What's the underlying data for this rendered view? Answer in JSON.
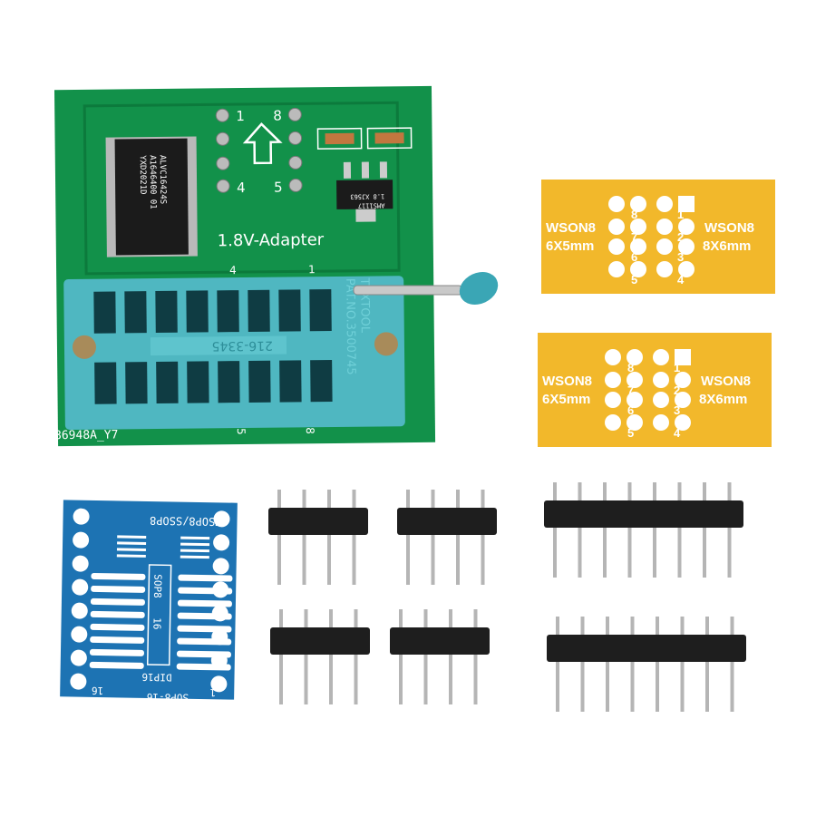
{
  "adapter_board": {
    "title": "1.8V-Adapter",
    "chip_lines": [
      "ALVC16424S",
      "A1646400 01",
      "YXD2021D"
    ],
    "regulator_lines": [
      "AMS1117",
      "1.8 XJ563"
    ],
    "pin_labels": {
      "p1": "1",
      "p8": "8",
      "p4": "4",
      "p5": "5"
    },
    "socket_labels": {
      "left": "4",
      "right": "1"
    },
    "bottom_code": "86948A_Y7",
    "bottom_pin_labels": {
      "p5": "5",
      "p8": "8"
    },
    "colors": {
      "pcb": "#12914a",
      "socket": "#4fb7c1",
      "lever_ball": "#3aa6b5"
    }
  },
  "zif_socket": {
    "part_number": "216-3345",
    "brand": "TEXTOOL",
    "patent": "PAT.NO.3500745"
  },
  "wson_boards": [
    {
      "left_label": "WSON8",
      "left_size": "6X5mm",
      "right_label": "WSON8",
      "right_size": "8X6mm",
      "left_pins": [
        "8",
        "7",
        "6",
        "5"
      ],
      "right_pins": [
        "1",
        "2",
        "3",
        "4"
      ]
    },
    {
      "left_label": "WSON8",
      "left_size": "6X5mm",
      "right_label": "WSON8",
      "right_size": "8X6mm",
      "left_pins": [
        "8",
        "7",
        "6",
        "5"
      ],
      "right_pins": [
        "1",
        "2",
        "3",
        "4"
      ]
    }
  ],
  "sop_board": {
    "top_label": "MSOP8/SSOP8",
    "center_label": "SOP8",
    "center_count": "16",
    "dip_label": "DIP16",
    "bottom_label": "SOP8-16",
    "pin_left": "16",
    "pin_right": "1",
    "color": "#1d73b3"
  },
  "pin_headers": [
    {
      "pins": 4
    },
    {
      "pins": 4
    },
    {
      "pins": 4
    },
    {
      "pins": 4
    },
    {
      "pins": 8
    },
    {
      "pins": 8
    }
  ]
}
